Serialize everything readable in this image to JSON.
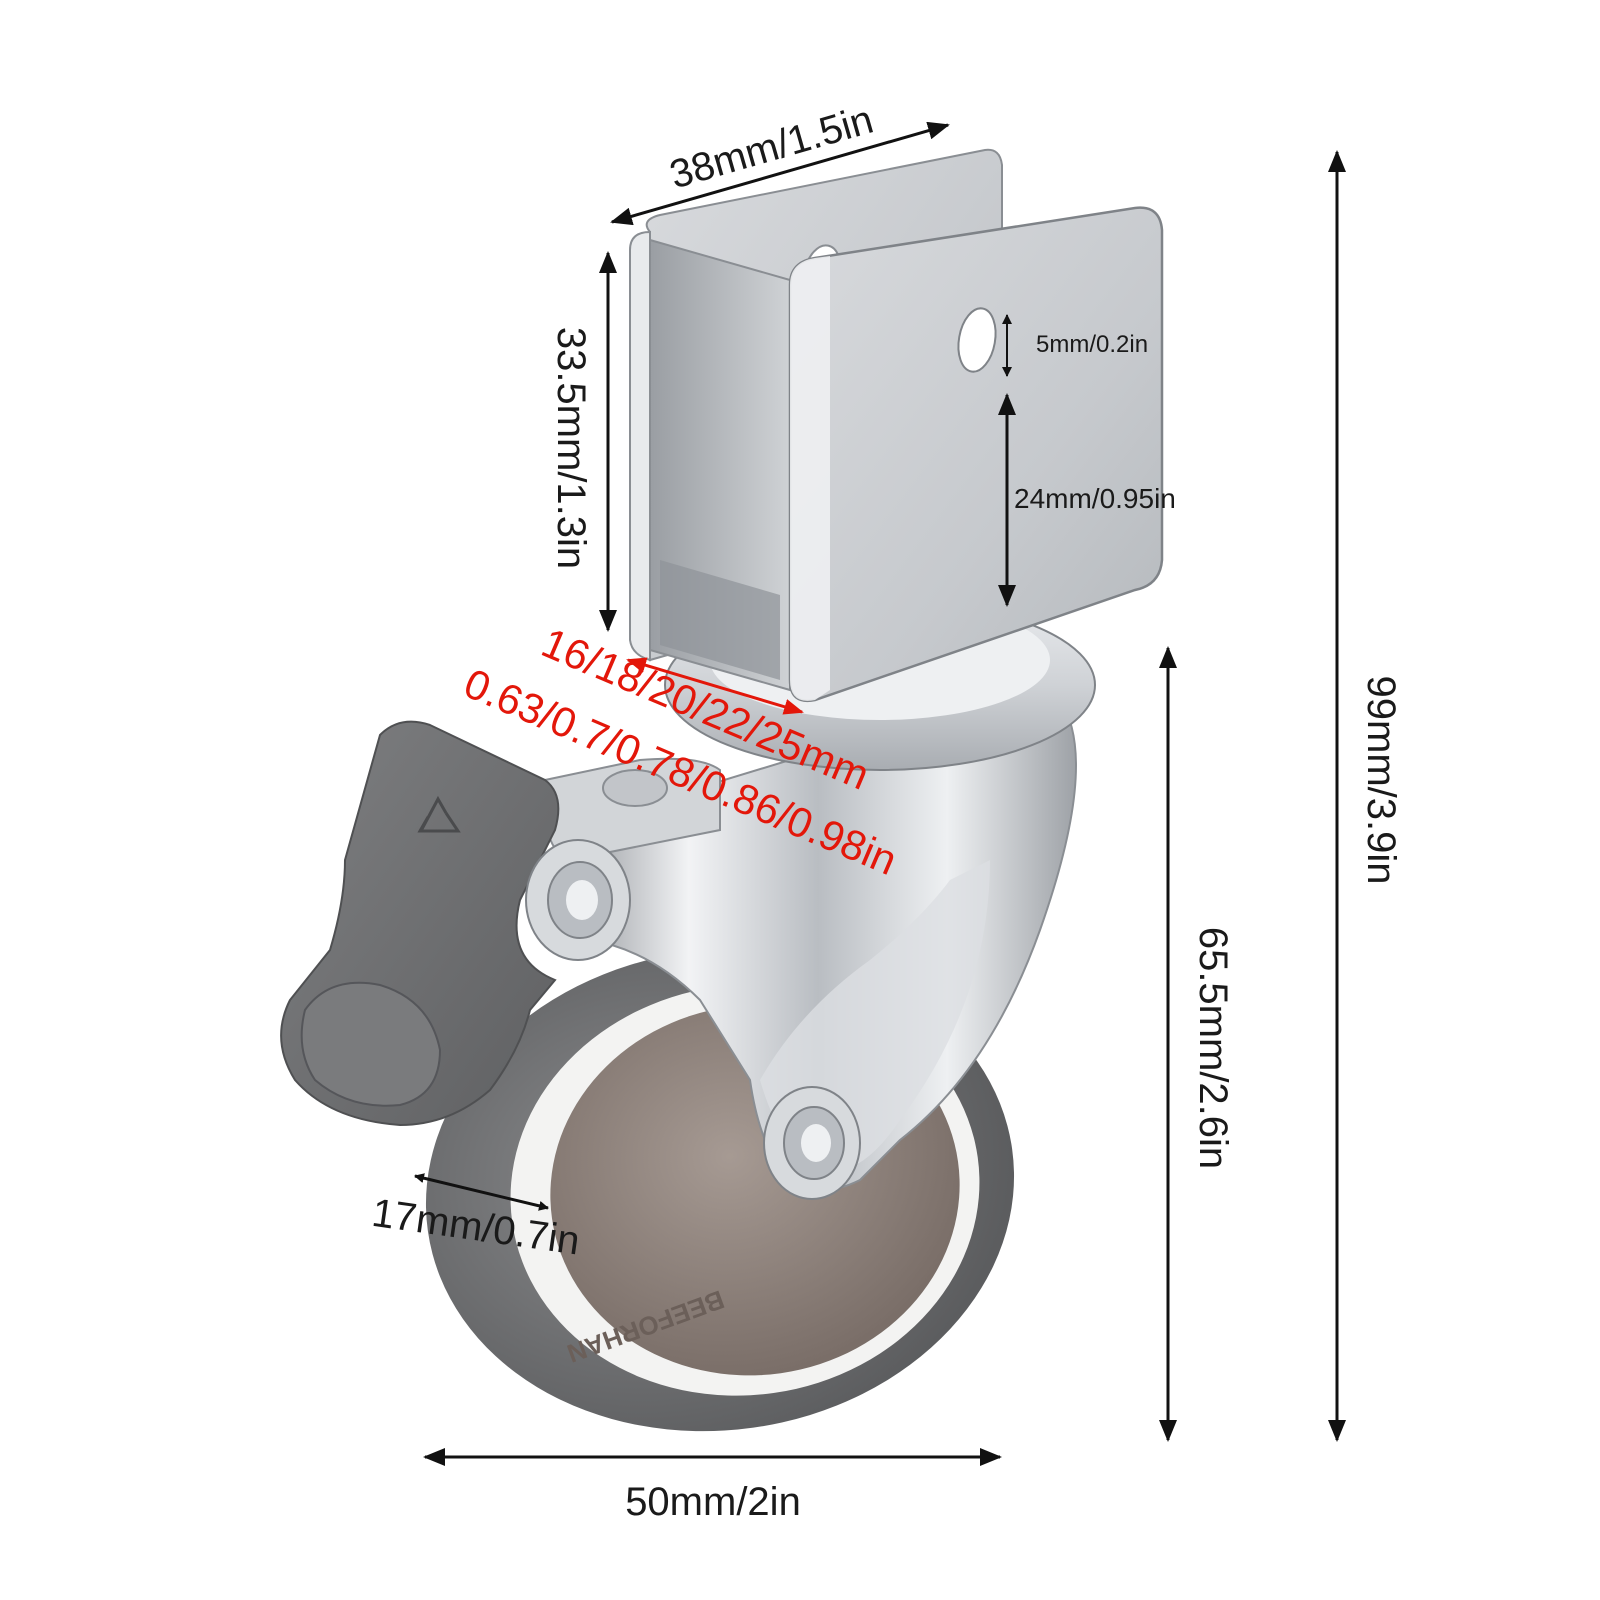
{
  "dimensions": {
    "top_width": "38mm/1.5in",
    "bracket_height": "33.5mm/1.3in",
    "hole_diameter": "5mm/0.2in",
    "hole_to_base": "24mm/0.95in",
    "total_height": "99mm/3.9in",
    "wheel_assembly_height": "65.5mm/2.6in",
    "wheel_diameter": "50mm/2in",
    "wheel_width": "17mm/0.7in",
    "tube_sizes_mm": "16/18/20/22/25mm",
    "tube_sizes_in": "0.63/0.7/0.78/0.86/0.98in"
  },
  "wheel_marking": "BEEFORHAN",
  "colors": {
    "accent_red": "#e3170a",
    "dimension_line": "#111111",
    "chrome": "#c9ccd0",
    "wheel_grey": "#6f7072",
    "hub_brown": "#8a7d76"
  },
  "icons": {
    "brake_symbol": "recycle-icon"
  }
}
